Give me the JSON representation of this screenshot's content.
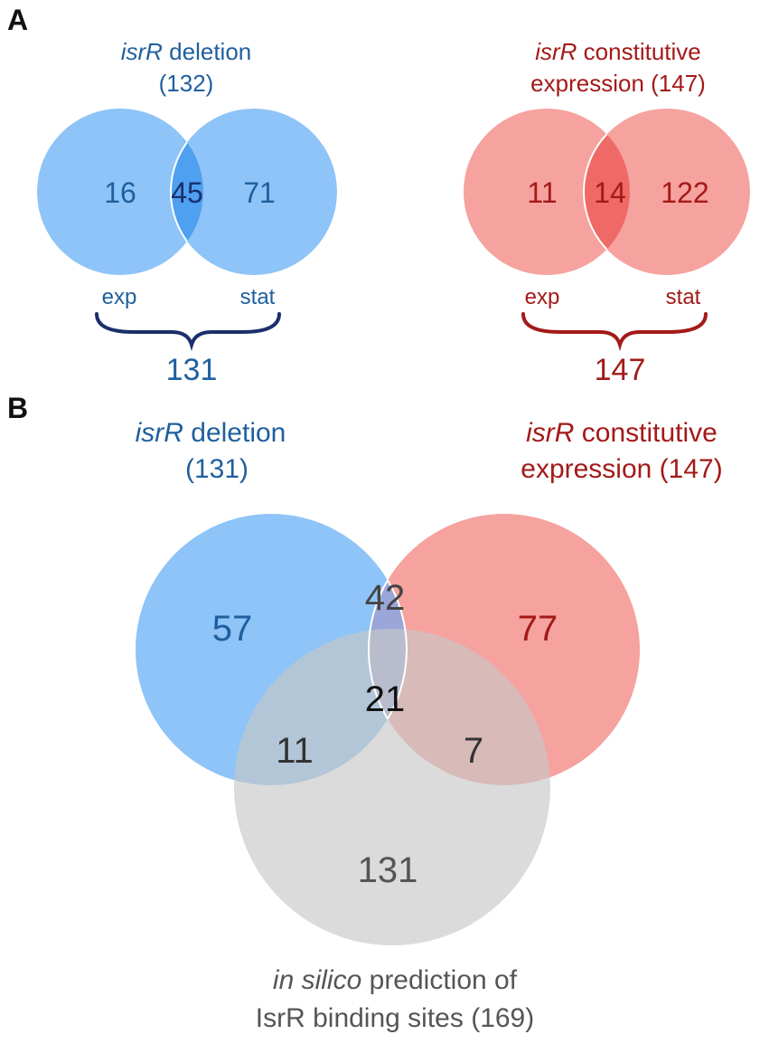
{
  "panels": {
    "a": {
      "letter": "A",
      "left": {
        "title_italic": "isrR",
        "title_rest": " deletion",
        "title_line2": "(132)",
        "values": {
          "exp_only": "16",
          "overlap": "45",
          "stat_only": "71"
        },
        "label_exp": "exp",
        "label_stat": "stat",
        "total": "131"
      },
      "right": {
        "title_italic": "isrR",
        "title_rest": " constitutive",
        "title_line2": "expression (147)",
        "values": {
          "exp_only": "11",
          "overlap": "14",
          "stat_only": "122"
        },
        "label_exp": "exp",
        "label_stat": "stat",
        "total": "147"
      }
    },
    "b": {
      "letter": "B",
      "deletion_title_italic": "isrR",
      "deletion_title_rest": " deletion",
      "deletion_title_line2": "(131)",
      "constitutive_title_italic": "isrR",
      "constitutive_title_rest": " constitutive",
      "constitutive_title_line2": "expression (147)",
      "values": {
        "deletion_only": "57",
        "deletion_constitutive": "42",
        "constitutive_only": "77",
        "all_three": "21",
        "deletion_insilico": "11",
        "constitutive_insilico": "7",
        "insilico_only": "131"
      },
      "insilico_title_italic": "in silico",
      "insilico_title_rest": " prediction of",
      "insilico_title_line2": "IsrR binding sites (169)"
    }
  },
  "colors": {
    "blue_fill": "#7ab8f5",
    "blue_overlap": "#4a9cf0",
    "blue_text": "#1f5f9e",
    "blue_dark": "#1a2f6b",
    "red_fill": "#f4928e",
    "red_overlap": "#ee6661",
    "red_text": "#a31a18",
    "grey_fill": "#c8c8c8",
    "grey_text": "#555555",
    "dark_text": "#222222"
  }
}
